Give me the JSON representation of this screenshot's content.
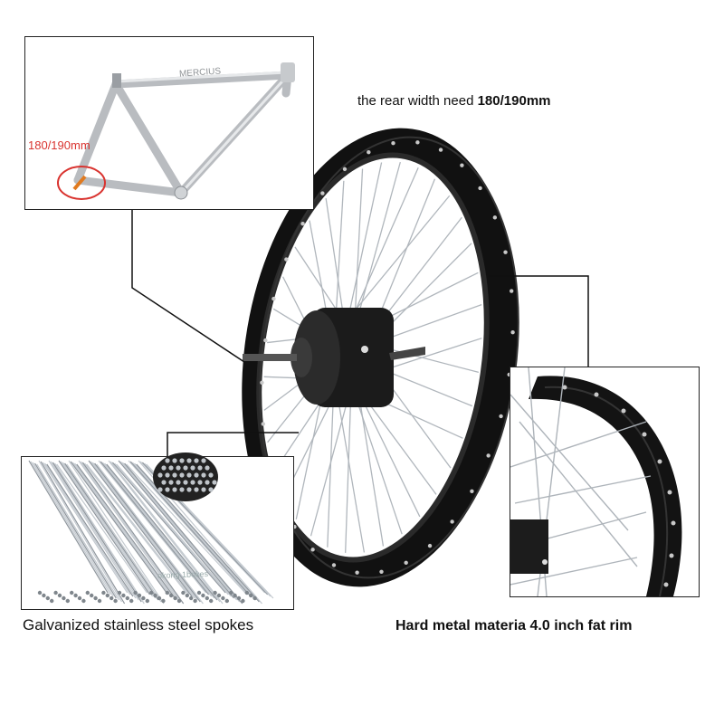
{
  "captions": {
    "rear_width_prefix": "the rear width need ",
    "rear_width_value": "180/190mm",
    "spokes": "Galvanized stainless steel spokes",
    "rim": "Hard metal materia 4.0 inch fat rim"
  },
  "frame_inset": {
    "measure_label": "180/190mm",
    "frame_lettering": "MERCIUS"
  },
  "spokes_inset": {
    "watermark": "okong 1bokes"
  },
  "colors": {
    "rim_black": "#141414",
    "accent_red": "#d9332f",
    "spoke_silver": "#b8bec4"
  }
}
